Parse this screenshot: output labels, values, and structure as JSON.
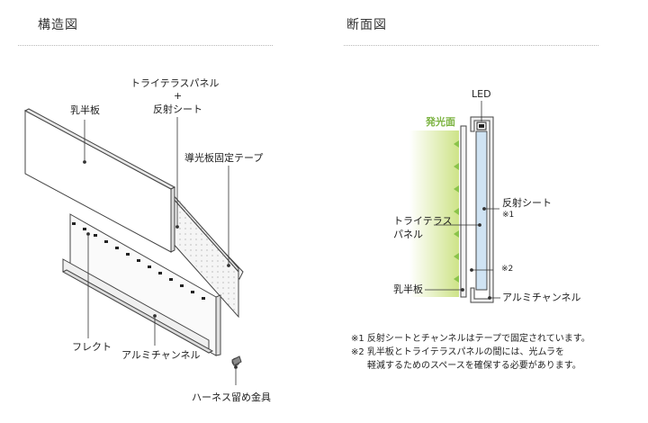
{
  "left_section": {
    "heading": "構造図",
    "labels": {
      "panel_combo_line1": "トライテラスパネル",
      "panel_combo_plus": "+",
      "panel_combo_line2": "反射シート",
      "milky_board": "乳半板",
      "light_guide_tape": "導光板固定テープ",
      "flexible": "フレクト",
      "aluminum_channel": "アルミチャンネル",
      "harness_bracket": "ハーネス留め金具"
    }
  },
  "right_section": {
    "heading": "断面図",
    "labels": {
      "led": "LED",
      "emitting_surface": "発光面",
      "reflective_sheet": "反射シート",
      "note_marker_1": "※1",
      "panel_line1": "トライテラス",
      "panel_line2": "パネル",
      "note_marker_2": "※2",
      "milky_board": "乳半板",
      "aluminum_channel": "アルミチャンネル"
    },
    "notes": [
      "※1 反射シートとチャンネルはテープで固定されています。",
      "※2 乳半板とトライテラスパネルの間には、光ムラを",
      "軽減するためのスペースを確保する必要があります。"
    ]
  },
  "colors": {
    "panel_blue": "#cfe3f3",
    "glow_green": "#c8e07a",
    "arrow_green": "#8bc34a",
    "led_strip": "#222222"
  }
}
